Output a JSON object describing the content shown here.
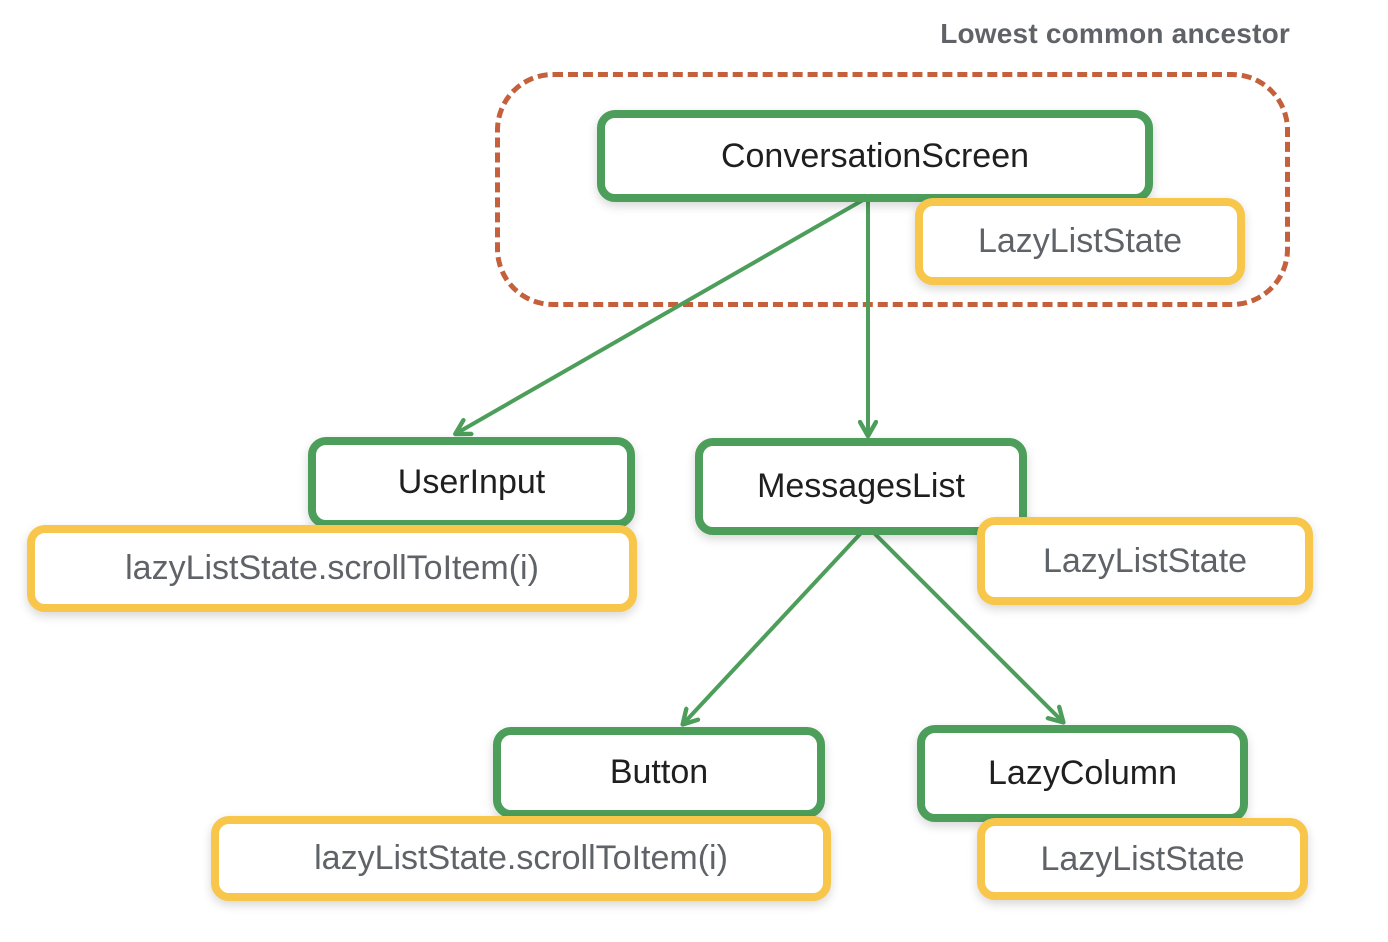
{
  "colors": {
    "green": "#4c9e5a",
    "yellow": "#f8c64b",
    "orange_dashed": "#c5603c",
    "gray_text": "#5f6368",
    "node_text": "#1f1f1f",
    "canvas_bg": "#ffffff"
  },
  "annotation": {
    "label": "Lowest common ancestor"
  },
  "nodes": {
    "conversation_screen": {
      "label": "ConversationScreen"
    },
    "user_input": {
      "label": "UserInput"
    },
    "messages_list": {
      "label": "MessagesList"
    },
    "button": {
      "label": "Button"
    },
    "lazy_column": {
      "label": "LazyColumn"
    }
  },
  "states": {
    "conversation_screen_state": {
      "label": "LazyListState"
    },
    "user_input_call": {
      "label": "lazyListState.scrollToItem(i)"
    },
    "messages_list_state": {
      "label": "LazyListState"
    },
    "button_call": {
      "label": "lazyListState.scrollToItem(i)"
    },
    "lazy_column_state": {
      "label": "LazyListState"
    }
  }
}
